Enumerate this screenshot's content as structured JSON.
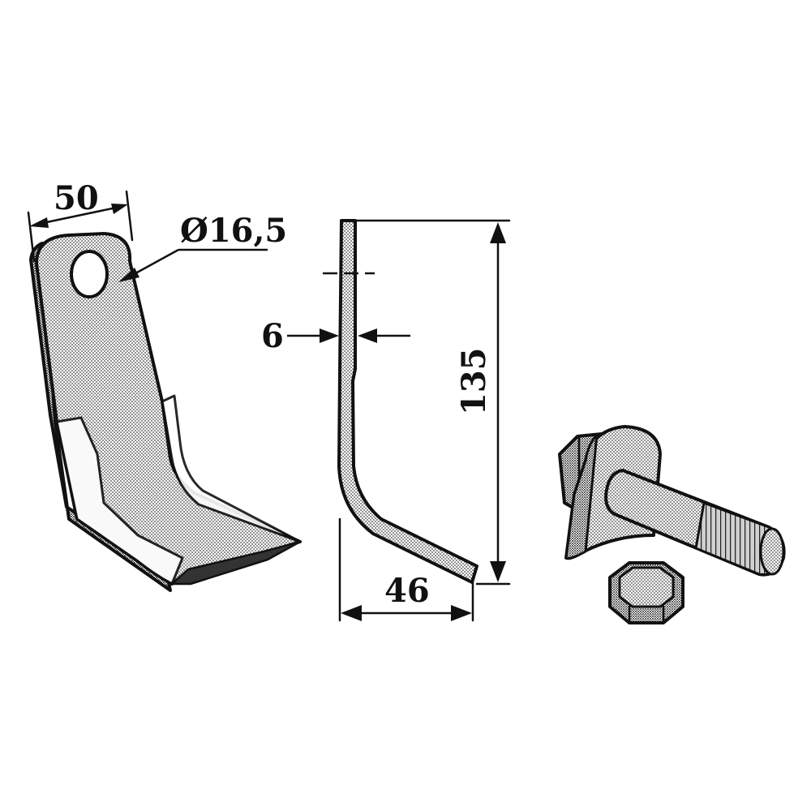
{
  "dimensions": {
    "width": "50",
    "hole_diameter": "Ø16,5",
    "thickness": "6",
    "height": "135",
    "offset": "46"
  },
  "colors": {
    "ink": "#111111",
    "shade": "#b9b9b9",
    "shade_dark": "#8c8c8c",
    "paper": "#ffffff"
  }
}
